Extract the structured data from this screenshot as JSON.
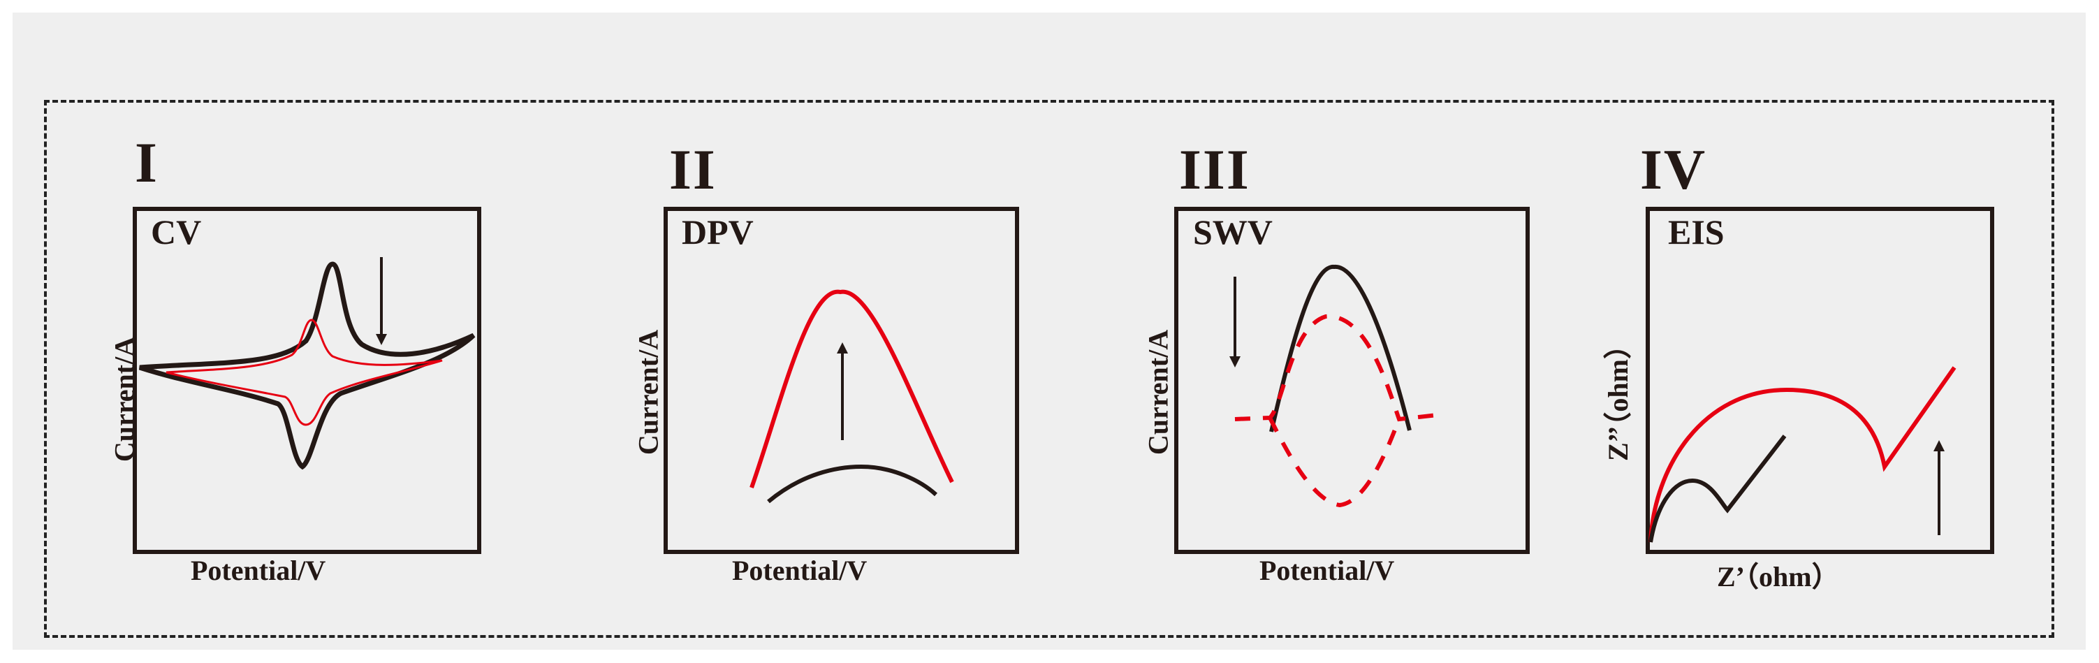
{
  "panels": [
    {
      "numeral": "I",
      "technique": "CV",
      "xlabel": "Potential/V",
      "ylabel": "Current/A"
    },
    {
      "numeral": "II",
      "technique": "DPV",
      "xlabel": "Potential/V",
      "ylabel": "Current/A"
    },
    {
      "numeral": "III",
      "technique": "SWV",
      "xlabel": "Potential/V",
      "ylabel": "Current/A"
    },
    {
      "numeral": "IV",
      "technique": "EIS",
      "xlabel": "Z’（ohm）",
      "ylabel": "Z’’（ohm）"
    }
  ],
  "colors": {
    "dark": "#231815",
    "red": "#e60012",
    "background": "#efefef"
  }
}
